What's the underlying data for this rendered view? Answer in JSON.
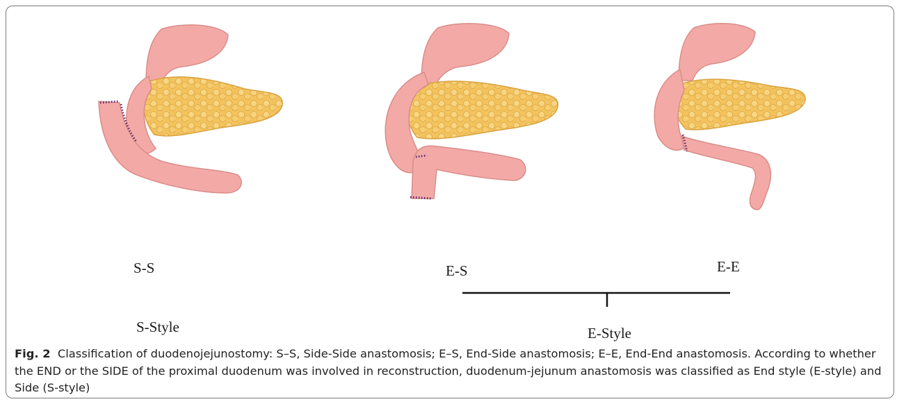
{
  "figure": {
    "panels": [
      {
        "code": "S-S"
      },
      {
        "code": "E-S"
      },
      {
        "code": "E-E"
      }
    ],
    "group_labels": {
      "s_style": "S-Style",
      "e_style": "E-Style"
    },
    "caption": {
      "label": "Fig. 2",
      "text": "Classification of duodenojejunostomy: S–S, Side-Side anastomosis; E–S, End-Side anastomosis; E–E, End-End anastomosis. According to whether the END or the SIDE of the proximal duodenum was involved in reconstruction, duodenum-jejunum anastomosis was classified as End style (E-style) and Side (S-style)"
    },
    "colors": {
      "bowel": "#f2a9a6",
      "bowel_edge": "#d98c88",
      "pancreas": "#f1c05a",
      "pancreas_edge": "#d9a23f",
      "suture": "#5a2a6a"
    }
  }
}
